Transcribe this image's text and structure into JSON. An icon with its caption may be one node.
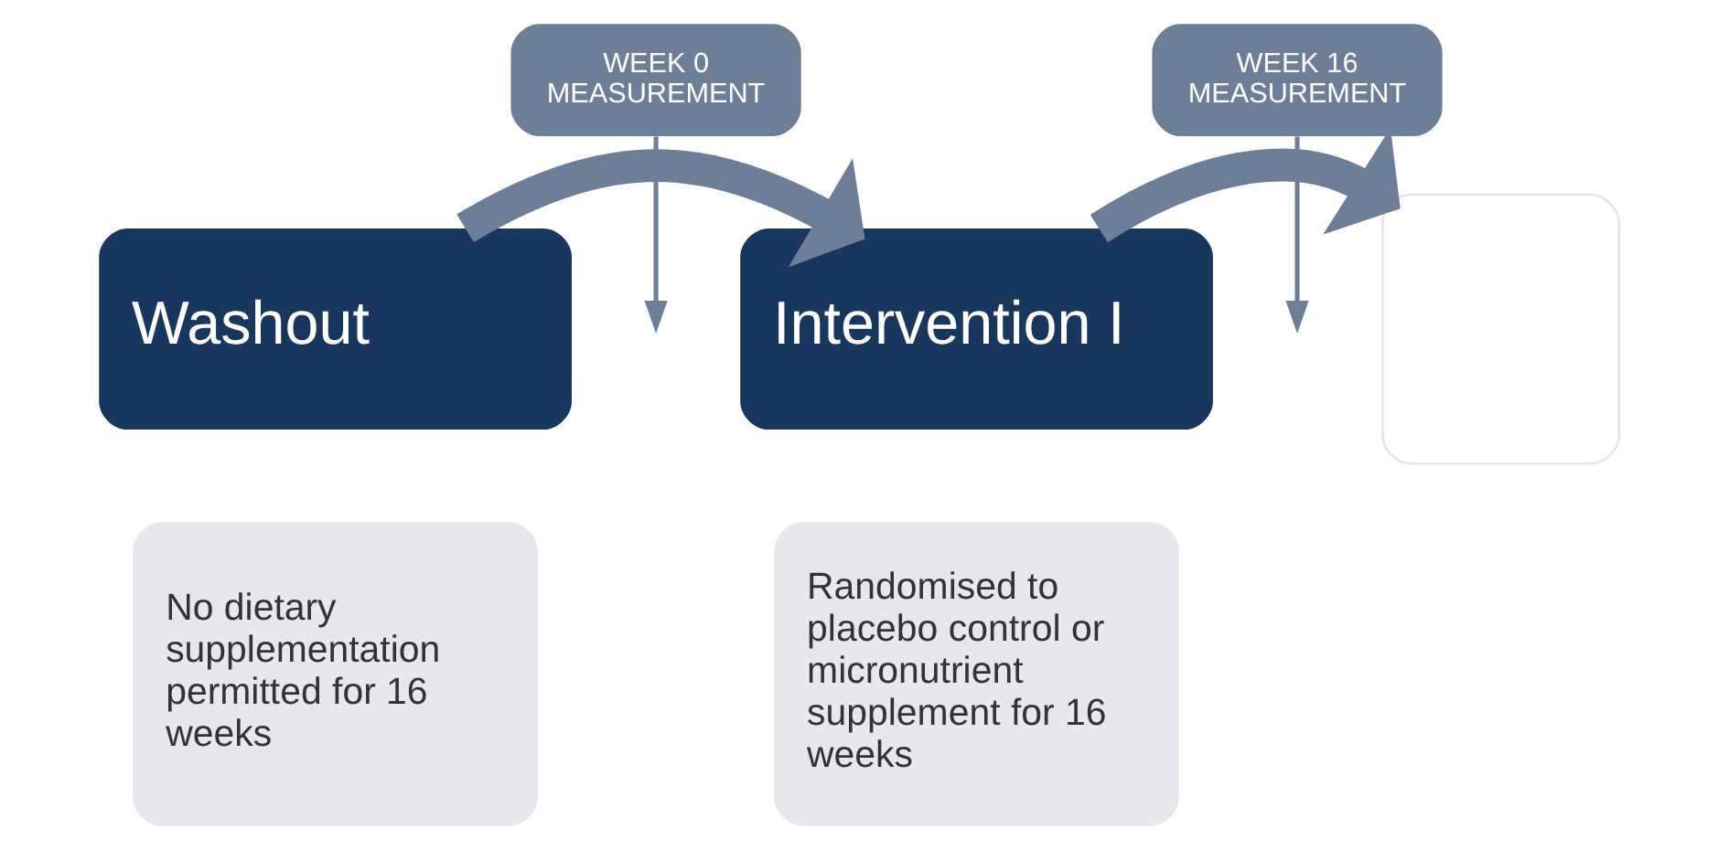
{
  "diagram": {
    "nodes": [
      {
        "text": [
          "Washout"
        ]
      },
      {
        "text": [
          "No dietary supplementation permitted for 16 weeks"
        ]
      },
      {
        "text": [
          "WEEK 0 MEASUREMENT"
        ]
      },
      {
        "text": [
          "Intervention I"
        ]
      },
      {
        "text": [
          "Randomised to placebo control or micronutrient supplement for 16 weeks"
        ]
      },
      {
        "text": [
          "WEEK 16 MEASUREMENT"
        ]
      },
      {
        "text": [],
        "shape": "box"
      }
    ],
    "edges": [
      {
        "from": 0,
        "to": 3,
        "arrow": "to",
        "style": "thick"
      },
      {
        "from": 2,
        "to": null,
        "arrow": "to"
      },
      {
        "from": 3,
        "to": 6,
        "arrow": "to",
        "style": "thick"
      },
      {
        "from": 5,
        "to": null,
        "arrow": "to"
      }
    ]
  }
}
